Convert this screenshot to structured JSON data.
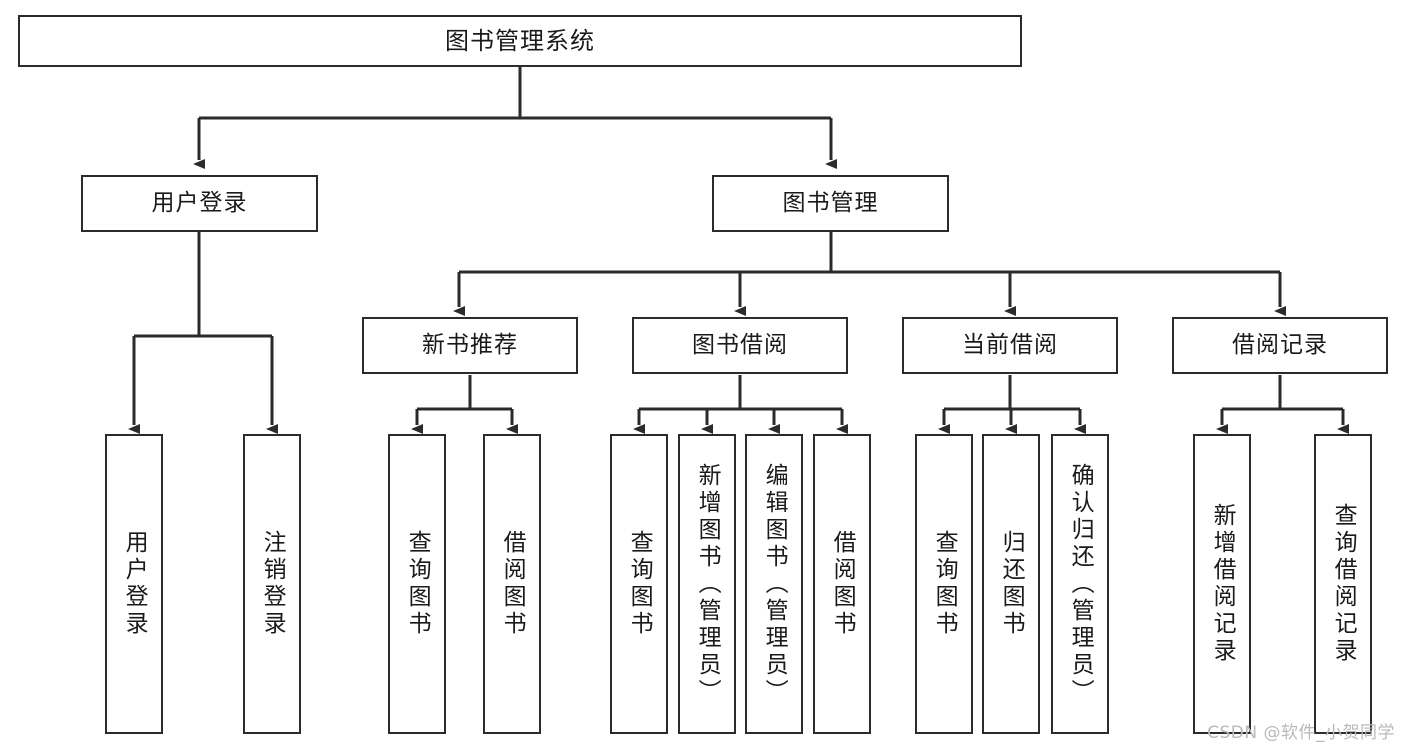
{
  "diagram": {
    "type": "tree",
    "title": "图书管理系统",
    "style": {
      "box_border": "#2b2b2b",
      "box_fill": "#ffffff",
      "edge_color": "#2b2b2b",
      "text_color": "#1a1a1a",
      "background": "#ffffff"
    },
    "root": {
      "label": "图书管理系统"
    },
    "level2": [
      {
        "label": "用户登录"
      },
      {
        "label": "图书管理"
      }
    ],
    "level3": [
      {
        "label": "新书推荐"
      },
      {
        "label": "图书借阅"
      },
      {
        "label": "当前借阅"
      },
      {
        "label": "借阅记录"
      }
    ],
    "leaves": {
      "user_login": [
        {
          "label": "用户登录"
        },
        {
          "label": "注销登录"
        }
      ],
      "new_book": [
        {
          "label": "查询图书"
        },
        {
          "label": "借阅图书"
        }
      ],
      "borrow_book": [
        {
          "label": "查询图书"
        },
        {
          "label": "新增图书（管理员）"
        },
        {
          "label": "编辑图书（管理员）"
        },
        {
          "label": "借阅图书"
        }
      ],
      "current_borrow": [
        {
          "label": "查询图书"
        },
        {
          "label": "归还图书"
        },
        {
          "label": "确认归还（管理员）"
        }
      ],
      "borrow_record": [
        {
          "label": "新增借阅记录"
        },
        {
          "label": "查询借阅记录"
        }
      ]
    }
  },
  "watermark": {
    "text": "CSDN @软件_小贺同学"
  }
}
